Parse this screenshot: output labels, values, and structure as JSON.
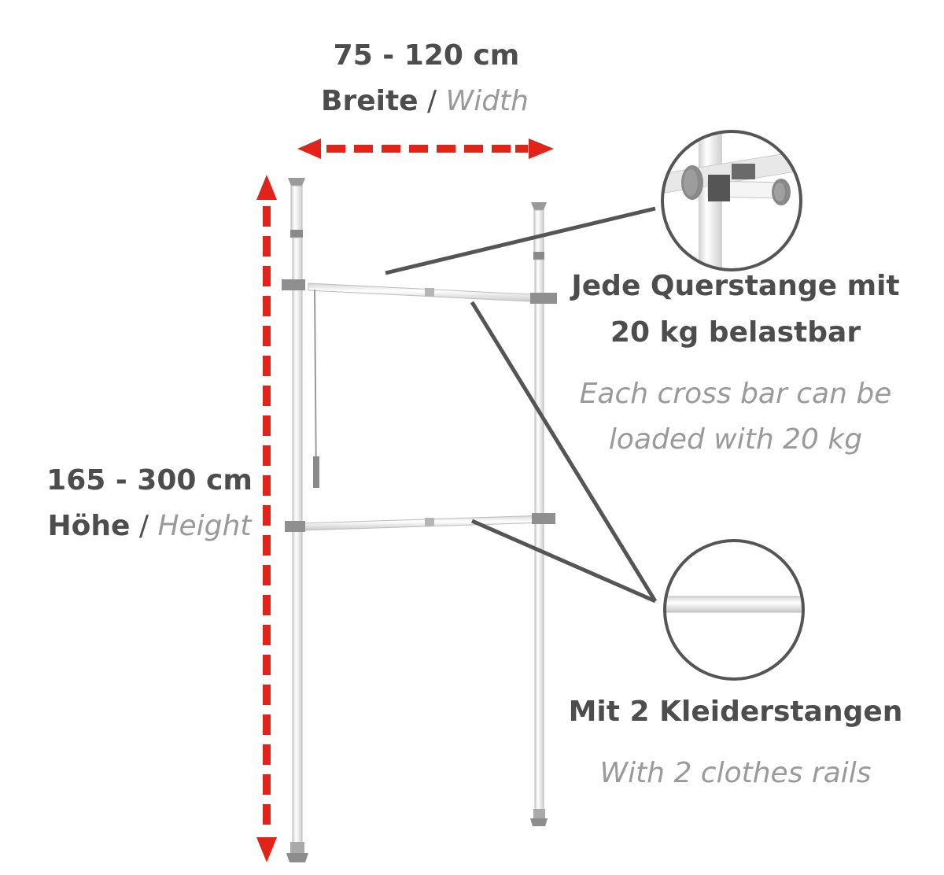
{
  "width_label": {
    "range": "75 - 120 cm",
    "de": "Breite",
    "sep": " / ",
    "en": "Width"
  },
  "height_label": {
    "range": "165 - 300 cm",
    "de": "Höhe",
    "sep": " / ",
    "en": "Height"
  },
  "load_info": {
    "de_line1": "Jede Querstange mit",
    "de_line2": "20 kg belastbar",
    "en_line1": "Each cross bar can be",
    "en_line2": "loaded with 20 kg"
  },
  "rails_info": {
    "de": "Mit 2 Kleiderstangen",
    "en": "With 2 clothes rails"
  },
  "colors": {
    "arrow": "#e2231a",
    "text_dark": "#4d4d4d",
    "text_light": "#9a9a9a",
    "pole": "#f2f2f2",
    "fitting": "#8a8a8a"
  }
}
